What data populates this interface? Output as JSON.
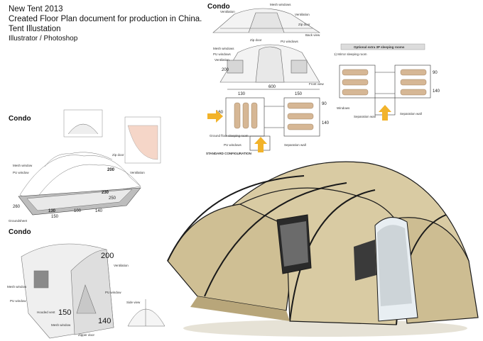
{
  "caption": {
    "line1": "New Tent 2013",
    "line2": "Created Floor Plan document for production in China.",
    "line3": "Tent Illustation",
    "line4": "Illustrator / Photoshop"
  },
  "top_panel": {
    "title": "Condo",
    "labels": {
      "ventilation": "Ventilation",
      "mesh_windows": "Mesh windows",
      "pu_windows": "PU windows",
      "zip_door": "Zip door",
      "back_view": "Back view",
      "front_view": "Front view",
      "standard_configuration": "STANDARD CONFIGURATION",
      "ground_floor_sleeping_room": "Ground floor sleeping room",
      "separation_wall": "Separation wall"
    },
    "dims": {
      "d600": "600",
      "d200": "200",
      "d130": "130",
      "d150": "150",
      "d90": "90",
      "d140": "140",
      "d160": "160"
    }
  },
  "optional_panel": {
    "title": "Optional extra 3P sleeping rooms",
    "subtitle": "1) Mirror sleeping room",
    "labels": {
      "windows": "Windows",
      "separation_wall": "Separation wall",
      "separation_wall_2": "Separation wall"
    },
    "dims": {
      "d90": "90",
      "d140": "140"
    }
  },
  "left_panel": {
    "title": "Condo",
    "labels": {
      "ventilation": "Ventilation",
      "mesh_window": "Mesh window",
      "pu_window": "PU window",
      "zip_door": "Zip door",
      "groundsheet": "Groundsheet"
    },
    "dims": {
      "d200": "200",
      "d230": "230",
      "d250": "250",
      "d260": "260",
      "d130": "130",
      "d150": "150",
      "d100": "100",
      "d140": "140"
    }
  },
  "bottom_panel": {
    "title": "Condo",
    "labels": {
      "ventilation": "Ventilation",
      "mesh_window": "Mesh window",
      "pu_window": "PU window",
      "hooded_vent": "Hooded vent",
      "zipper_door": "Zipper door",
      "side_view": "Side view"
    },
    "dims": {
      "d200": "200",
      "d150": "150",
      "d140": "140"
    }
  },
  "colors": {
    "tent_fabric": "#d9cba3",
    "tent_shadow": "#b8a67a",
    "pole": "#1a1a1a",
    "arrow": "#f2b32a",
    "line_drawing": "#666666"
  }
}
